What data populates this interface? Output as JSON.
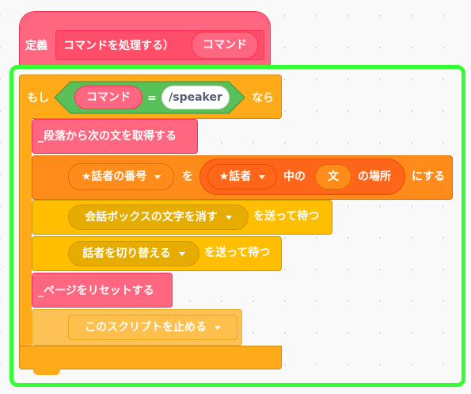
{
  "define_block": {
    "keyword": "定義",
    "label": "コマンドを処理する）",
    "param": "コマンド"
  },
  "if_block": {
    "keyword": "もし",
    "reporter": "コマンド",
    "operator": "=",
    "value": "/speaker",
    "then": "なら"
  },
  "call_block_1": {
    "label": "_段落から次の文を取得する"
  },
  "set_block": {
    "variable": "★話者の番号",
    "to_label": "を",
    "list": "★話者",
    "in_label": "中の",
    "item": "文",
    "position_label": "の場所",
    "end_label": "にする"
  },
  "broadcast_block_1": {
    "message": "会話ボックスの文字を消す",
    "suffix": "を送って待つ"
  },
  "broadcast_block_2": {
    "message": "話者を切り替える",
    "suffix": "を送って待つ"
  },
  "call_block_2": {
    "label": "_ページをリセットする"
  },
  "stop_block": {
    "option": "このスクリプトを止める"
  },
  "colors": {
    "custom_block": "#ff6680",
    "custom_dark": "#ff3355",
    "control": "#ffab19",
    "control_dark": "#ff8c1a",
    "operator": "#59c059",
    "variable": "#ff8c1a",
    "list": "#ff661a",
    "event": "#ffbf00",
    "event_dark": "#e6ac00",
    "highlight": "#33ff33"
  }
}
